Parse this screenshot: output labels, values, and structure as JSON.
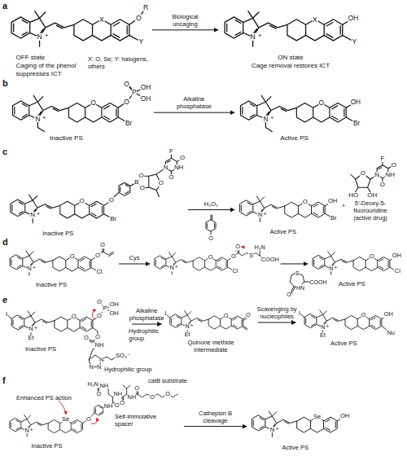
{
  "diagram": {
    "nodes": [
      {
        "text": [
          "N",
          "+",
          "X",
          "O",
          "R",
          "Y",
          "OFF state",
          "Caging of the phenol suppresses ICT"
        ]
      },
      {
        "text": [
          "N",
          "+",
          "X",
          "OH",
          "Y",
          "ON state",
          "Cage removal restores ICT"
        ]
      },
      {
        "text": [
          "N",
          "+",
          "O",
          "O",
          "P",
          "O",
          "OH",
          "OH",
          "Br",
          "Inactive PS"
        ]
      },
      {
        "text": [
          "N",
          "+",
          "O",
          "OH",
          "Br",
          "Active PS"
        ]
      },
      {
        "text": [
          "N",
          "+",
          "O",
          "O",
          "B",
          "O",
          "O",
          "O",
          "N",
          "NH",
          "O",
          "O",
          "F",
          "Br",
          "Inactive PS"
        ]
      },
      {
        "text": [
          "N",
          "+",
          "O",
          "OH",
          "Br",
          "Active PS"
        ]
      },
      {
        "text": [
          "O",
          "HO",
          "OH",
          "N",
          "NH",
          "O",
          "O",
          "F",
          "5′-Deoxy-5-fluorouridine (active drug)"
        ]
      },
      {
        "text": [
          "N",
          "+",
          "O",
          "O",
          "O",
          "Cl",
          "Inactive PS"
        ]
      },
      {
        "text": [
          "N",
          "+",
          "O",
          "O",
          "O",
          "S",
          "H₂N",
          "COOH",
          "Cl"
        ]
      },
      {
        "text": [
          "N",
          "+",
          "O",
          "OH",
          "Cl",
          "Active PS"
        ]
      },
      {
        "text": [
          "I",
          "N",
          "+",
          "Et",
          "O",
          "O",
          "P",
          "O",
          "OH",
          "OH",
          "O",
          "O",
          "NH",
          "N",
          "N",
          "N",
          "SO₃⁻",
          "Inactive PS"
        ]
      },
      {
        "text": [
          "I",
          "N",
          "+",
          "Et",
          "O",
          "O",
          "Quinone methide intermediate"
        ]
      },
      {
        "text": [
          "I",
          "N",
          "+",
          "Et",
          "O",
          "OH",
          "Nu",
          "Active PS"
        ]
      },
      {
        "text": [
          "N",
          "+",
          "Se",
          "O",
          "NH",
          "O",
          "NH",
          "O",
          "H₂N",
          "NH",
          "O",
          "NH",
          "O",
          "O",
          "O",
          "Inactive PS"
        ]
      },
      {
        "text": [
          "N",
          "+",
          "Se",
          "OH",
          "Active PS"
        ]
      }
    ],
    "edges": [
      {
        "from": 0,
        "to": 1,
        "arrow": "to",
        "label": "Biological uncaging"
      },
      {
        "from": 2,
        "to": 3,
        "arrow": "to",
        "label": "Alkaline phosphatase"
      },
      {
        "from": 4,
        "to": 5,
        "arrow": "to",
        "label": "H₂O₂"
      },
      {
        "from": 7,
        "to": 8,
        "arrow": "to",
        "label": "Cys"
      },
      {
        "from": 8,
        "to": 9,
        "arrow": "to"
      },
      {
        "from": 10,
        "to": 11,
        "arrow": "to",
        "label": "Alkaline phosphatase"
      },
      {
        "from": 11,
        "to": 12,
        "arrow": "to",
        "label": "Scavenging by nucleophiles"
      },
      {
        "from": 13,
        "to": 14,
        "arrow": "to",
        "label": "Cathepsin B cleavage"
      }
    ],
    "labels": [
      "a",
      "X: O, Se; Y: halogens, others",
      "b",
      "c",
      "+",
      "O",
      "d",
      "S",
      "HN",
      "O",
      "COOH",
      "e",
      "Hydrophilic group",
      "Hydrophilic group",
      "f",
      "Enhanced PS action",
      "catB substrate",
      "Self-immolative spacer"
    ]
  }
}
